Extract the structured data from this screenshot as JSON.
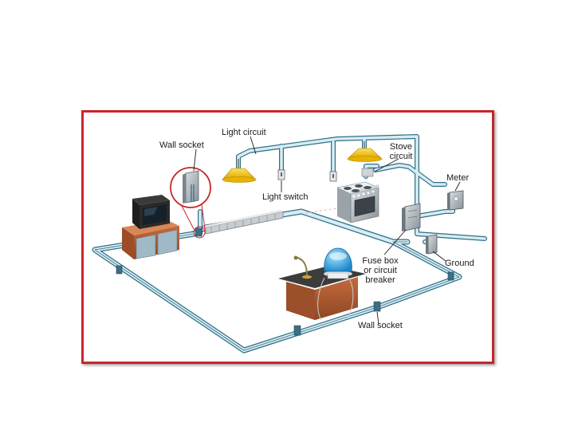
{
  "labels": {
    "wall_socket_top": "Wall socket",
    "light_circuit": "Light circuit",
    "stove_circuit_line1": "Stove",
    "stove_circuit_line2": "circuit",
    "meter": "Meter",
    "light_switch": "Light switch",
    "ground": "Ground",
    "fuse_box_line1": "Fuse box",
    "fuse_box_line2": "or circuit",
    "fuse_box_line3": "breaker",
    "wall_socket_bottom": "Wall socket"
  },
  "colors": {
    "frame_border": "#c8262b",
    "wire_light": "#cfe6ee",
    "wire_dark": "#2f6f86",
    "lamp_shade": "#f2c418",
    "cabinet_wood": "#b25a33",
    "desk_wood": "#8b4a2a",
    "appliance_grey": "#9aa3aa"
  },
  "icons": {
    "tv": "television-icon",
    "lamp": "ceiling-lamp-icon",
    "stove": "stove-icon",
    "meter": "electric-meter-icon",
    "fuse_box": "fuse-box-icon",
    "socket": "wall-socket-icon",
    "switch": "light-switch-icon",
    "computer": "computer-icon",
    "heater": "baseboard-heater-icon"
  }
}
